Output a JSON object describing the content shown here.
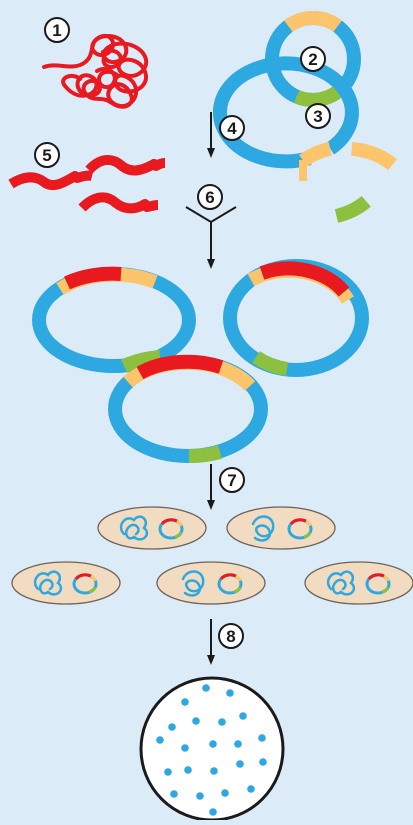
{
  "colors": {
    "background": "#dcebf8",
    "genomic_dna": "#e8191f",
    "plasmid": "#2ea8e0",
    "plasmid_marker": "#8dc03f",
    "restriction_site": "#fcc56b",
    "bacterium_cell": "#f1dcc1",
    "bacterium_outline": "#6f6257",
    "plate_outline": "#1a1a1a",
    "colony": "#2ea8e0"
  },
  "icons": {
    "arrow": "down-arrow-icon",
    "ligation": "merge-y-icon"
  },
  "steps": [
    {
      "number": "1"
    },
    {
      "number": "2"
    },
    {
      "number": "3"
    },
    {
      "number": "4"
    },
    {
      "number": "5"
    },
    {
      "number": "6"
    },
    {
      "number": "7"
    },
    {
      "number": "8"
    }
  ]
}
